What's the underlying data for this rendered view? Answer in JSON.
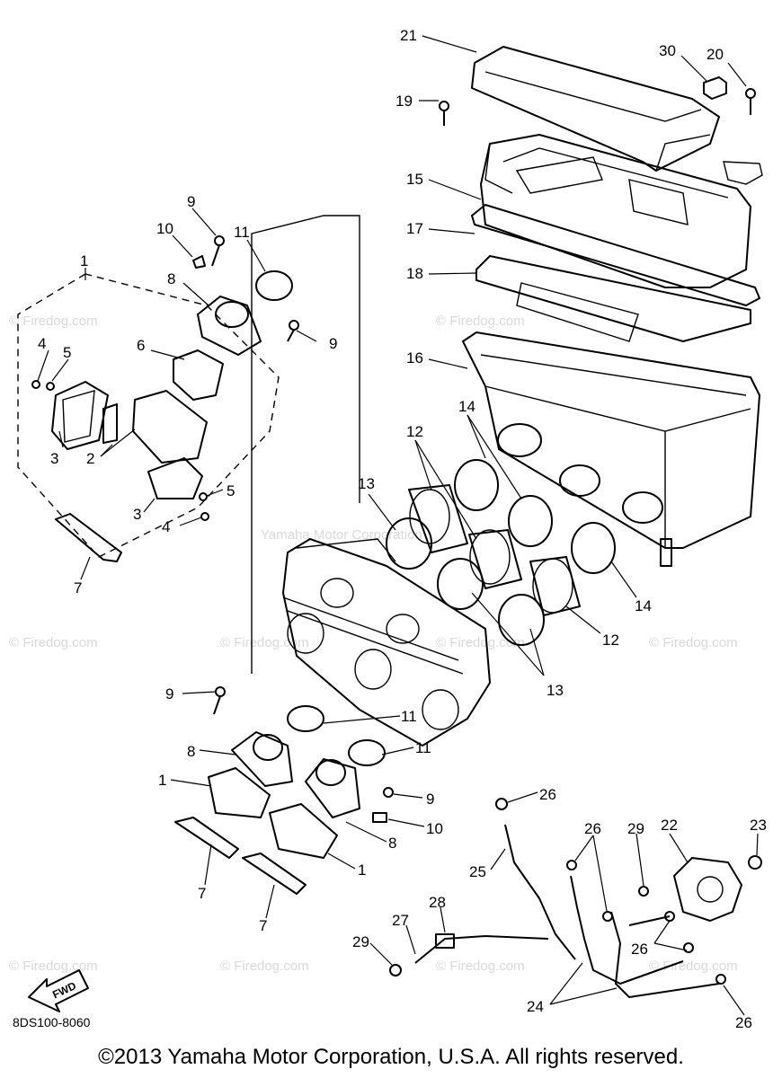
{
  "watermark": "© Firedog.com",
  "center_watermark": "Yamaha Motor Corporation",
  "fwd_label": "FWD",
  "drawing_code": "8DS100-8060",
  "copyright": "©2013 Yamaha Motor Corporation, U.S.A. All rights reserved.",
  "part_labels": {
    "p21": "21",
    "p30": "30",
    "p20": "20",
    "p19": "19",
    "p15": "15",
    "p17": "17",
    "p18": "18",
    "p16": "16",
    "p14a": "14",
    "p14b": "14",
    "p12a": "12",
    "p12b": "12",
    "p13a": "13",
    "p13b": "13",
    "p9a": "9",
    "p10a": "10",
    "p11a": "11",
    "p8a": "8",
    "p9b": "9",
    "p1a": "1",
    "p6": "6",
    "p4a": "4",
    "p5a": "5",
    "p2": "2",
    "p3a": "3",
    "p3b": "3",
    "p5b": "5",
    "p4b": "4",
    "p7a": "7",
    "p9c": "9",
    "p11b": "11",
    "p11c": "11",
    "p8b": "8",
    "p1b": "1",
    "p9d": "9",
    "p10b": "10",
    "p8c": "8",
    "p1c": "1",
    "p7b": "7",
    "p7c": "7",
    "p26a": "26",
    "p26b": "26",
    "p29a": "29",
    "p22": "22",
    "p23": "23",
    "p25": "25",
    "p28": "28",
    "p27": "27",
    "p29b": "29",
    "p26c": "26",
    "p24": "24",
    "p26d": "26"
  }
}
